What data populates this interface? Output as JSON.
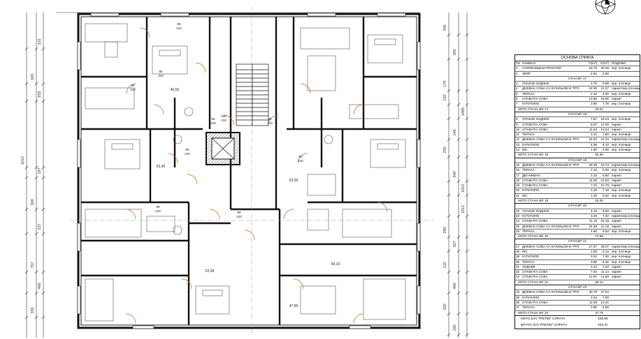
{
  "plan": {
    "dim_left": [
      "315",
      "665",
      "955",
      "1912",
      "197",
      "300",
      "227",
      "767",
      "460",
      "355"
    ],
    "dim_right": [
      "200",
      "395",
      "179",
      "1885",
      "120",
      "140",
      "200",
      "340",
      "1912",
      "1912",
      "280",
      "327",
      "210",
      "460",
      "200",
      "160"
    ],
    "door_sizes": [
      "80",
      "210",
      "80",
      "210",
      "80",
      "210",
      "80",
      "210",
      "90",
      "210",
      "80",
      "210",
      "90",
      "210",
      "80",
      "210",
      "100",
      "210",
      "90",
      "210"
    ],
    "room_areas": [
      "22,36",
      "53,35",
      "62,36",
      "47,99",
      "59,15",
      "46,52"
    ]
  },
  "legend": {
    "title": "ОСНОВА СПРАТА",
    "headers": {
      "rb": "РБ",
      "name": "НАМЕНА",
      "p": "П(m²)",
      "o": "О(m²)",
      "floor": "ПОДОВИ"
    },
    "common": [
      {
        "rb": "1",
        "name": "СТЕПЕНИШНИ ПРОСТОР",
        "p": "18.75",
        "o": "20.00",
        "floor": "кер. плочице"
      },
      {
        "rb": "2",
        "name": "ЛИФТ",
        "p": "2.64",
        "o": "6.50",
        "floor": ""
      }
    ],
    "apartments": [
      {
        "title": "СТАН БР. 17",
        "rows": [
          {
            "rb": "3",
            "name": "УЛАЗНИ ХОДНИК",
            "p": "2.75",
            "o": "6.98",
            "floor": "кер. плочице"
          },
          {
            "rb": "4",
            "name": "ДНЕВНА СОБА СА КУХИЊОМ И ТРП.",
            "p": "24.06",
            "o": "21.37",
            "floor": "паркет/кер.плочице"
          },
          {
            "rb": "5",
            "name": "ТЕРАСА",
            "p": "2.16",
            "o": "6.00",
            "floor": "кер. плочице"
          },
          {
            "rb": "6",
            "name": "СПАВАЋА СОБА",
            "p": "13.89",
            "o": "15.90",
            "floor": "паркет"
          },
          {
            "rb": "7",
            "name": "КУПАТИЛО",
            "p": "3.66",
            "o": "7.78",
            "floor": "кер. плочице"
          }
        ],
        "net_label": "НЕТО СТАНА БР. 17",
        "net": "46.52"
      },
      {
        "title": "СТАН БР. 18",
        "rows": [
          {
            "rb": "8",
            "name": "УЛАЗНИ ХОДНИК",
            "p": "7.87",
            "o": "16.94",
            "floor": "кер. плочице"
          },
          {
            "rb": "9",
            "name": "СПАВАЋА СОБА",
            "p": "8.87",
            "o": "14.00",
            "floor": "паркет"
          },
          {
            "rb": "10",
            "name": "СПАВАЋА СОБА",
            "p": "11.53",
            "o": "14.64",
            "floor": "паркет"
          },
          {
            "rb": "11",
            "name": "ТЕРАСА",
            "p": "3.12",
            "o": "7.60",
            "floor": "кер. плочице"
          },
          {
            "rb": "12",
            "name": "ДНЕВНА СОБА СА КУХИЊОМ И ТРП.",
            "p": "24.93",
            "o": "21.34",
            "floor": "паркет/кер.плочице"
          },
          {
            "rb": "13",
            "name": "КУПАТИЛО",
            "p": "4.09",
            "o": "8.10",
            "floor": "кер. плочице"
          },
          {
            "rb": "14",
            "name": "WC",
            "p": "1.95",
            "o": "5.90",
            "floor": "кер. плочице"
          }
        ],
        "net_label": "НЕТО СТАНА БР. 18",
        "net": "62.36"
      },
      {
        "title": "СТАН БР. 19",
        "rows": [
          {
            "rb": "15",
            "name": "ДНЕВНА СОБА СА КУХИЊОМ И ТРП.",
            "p": "28.29",
            "o": "23.73",
            "floor": "паркет/кер.плочице"
          },
          {
            "rb": "16",
            "name": "ТЕРАСА",
            "p": "2.16",
            "o": "6.00",
            "floor": "кер. плочице"
          },
          {
            "rb": "17",
            "name": "ДЕГАЖМАН",
            "p": "3.15",
            "o": "8.80",
            "floor": "паркет"
          },
          {
            "rb": "18",
            "name": "СПАВАЋА СОБА",
            "p": "11.05",
            "o": "13.50",
            "floor": "паркет"
          },
          {
            "rb": "19",
            "name": "СПАВАЋА СОБА",
            "p": "7.22",
            "o": "10.76",
            "floor": "паркет"
          },
          {
            "rb": "20",
            "name": "КУПАТИЛО",
            "p": "3.18",
            "o": "7.18",
            "floor": "кер. плочице"
          },
          {
            "rb": "21",
            "name": "WC",
            "p": "1.45",
            "o": "5.02",
            "floor": "кер. плочице"
          }
        ],
        "net_label": "НЕТО СТАНА БР. 19",
        "net": "53.35"
      },
      {
        "title": "СТАН БР. 20",
        "rows": [
          {
            "rb": "22",
            "name": "УЛАЗНИ ХОДНИК",
            "p": "4.33",
            "o": "9.63",
            "floor": "паркет"
          },
          {
            "rb": "23",
            "name": "КУПАТИЛО",
            "p": "3.29",
            "o": "7.20",
            "floor": "паркет/кер.плочице"
          },
          {
            "rb": "24",
            "name": "СПАВАЋА СОБА",
            "p": "11.18",
            "o": "15.18",
            "floor": "паркет"
          },
          {
            "rb": "25",
            "name": "ДНЕВНА СОБА СА КУХИЊОМ И ТРП.",
            "p": "24.38",
            "o": "21.16",
            "floor": "паркет"
          },
          {
            "rb": "26",
            "name": "ТЕРАСА",
            "p": "4.90",
            "o": "8.53",
            "floor": "кер. плочице"
          }
        ],
        "net_label": "НЕТО СТАНА БР. 20",
        "net": "47.99"
      },
      {
        "title": "СТАН БР. 21",
        "rows": [
          {
            "rb": "27",
            "name": "ДНЕВНА СОБА СА КУХИЊОМ И ТРП.",
            "p": "27.97",
            "o": "28.07",
            "floor": "паркет/кер.плочице"
          },
          {
            "rb": "28",
            "name": "WC",
            "p": "1.55",
            "o": "5.13",
            "floor": "кер. плочице"
          },
          {
            "rb": "29",
            "name": "КУПАТИЛО",
            "p": "3.04",
            "o": "7.00",
            "floor": "кер. плочице"
          },
          {
            "rb": "30",
            "name": "ТЕРАСА",
            "p": "3.88",
            "o": "8.32",
            "floor": "кер. плочице"
          },
          {
            "rb": "31",
            "name": "ХОДНИК",
            "p": "2.44",
            "o": "7.63",
            "floor": "паркет"
          },
          {
            "rb": "32",
            "name": "СПАВАЋА СОБА",
            "p": "7.40",
            "o": "11.14",
            "floor": "паркет"
          },
          {
            "rb": "33",
            "name": "СПАВАЋА СОБА",
            "p": "12.87",
            "o": "14.80",
            "floor": "паркет"
          }
        ],
        "net_label": "НЕТО СТАНА БР. 21",
        "net": "59.15"
      },
      {
        "title": "СТАН БР. 22",
        "rows": [
          {
            "rb": "34",
            "name": "ДНЕВНА СОБА СА КУХИЊОМ И ТРП.",
            "p": "30.79",
            "o": "37.52",
            "floor": ""
          },
          {
            "rb": "35",
            "name": "КУПАТИЛО",
            "p": "3.04",
            "o": "7.00",
            "floor": ""
          },
          {
            "rb": "36",
            "name": "СПАВАЋА СОБА",
            "p": "11.06",
            "o": "13.31",
            "floor": ""
          },
          {
            "rb": "37",
            "name": "ТЕРАСА",
            "p": "2.90",
            "o": "6.90",
            "floor": ""
          }
        ],
        "net_label": "НЕТО СТАНА БР. 22",
        "net": "47.79"
      }
    ],
    "totals": [
      {
        "label": "НЕТО (m²) ТРЕЋЕГ СПРАТА",
        "value": "338.55"
      },
      {
        "label": "БРУТО (m²) ТРЕЋЕГ СПРАТА",
        "value": "403.47"
      }
    ]
  }
}
